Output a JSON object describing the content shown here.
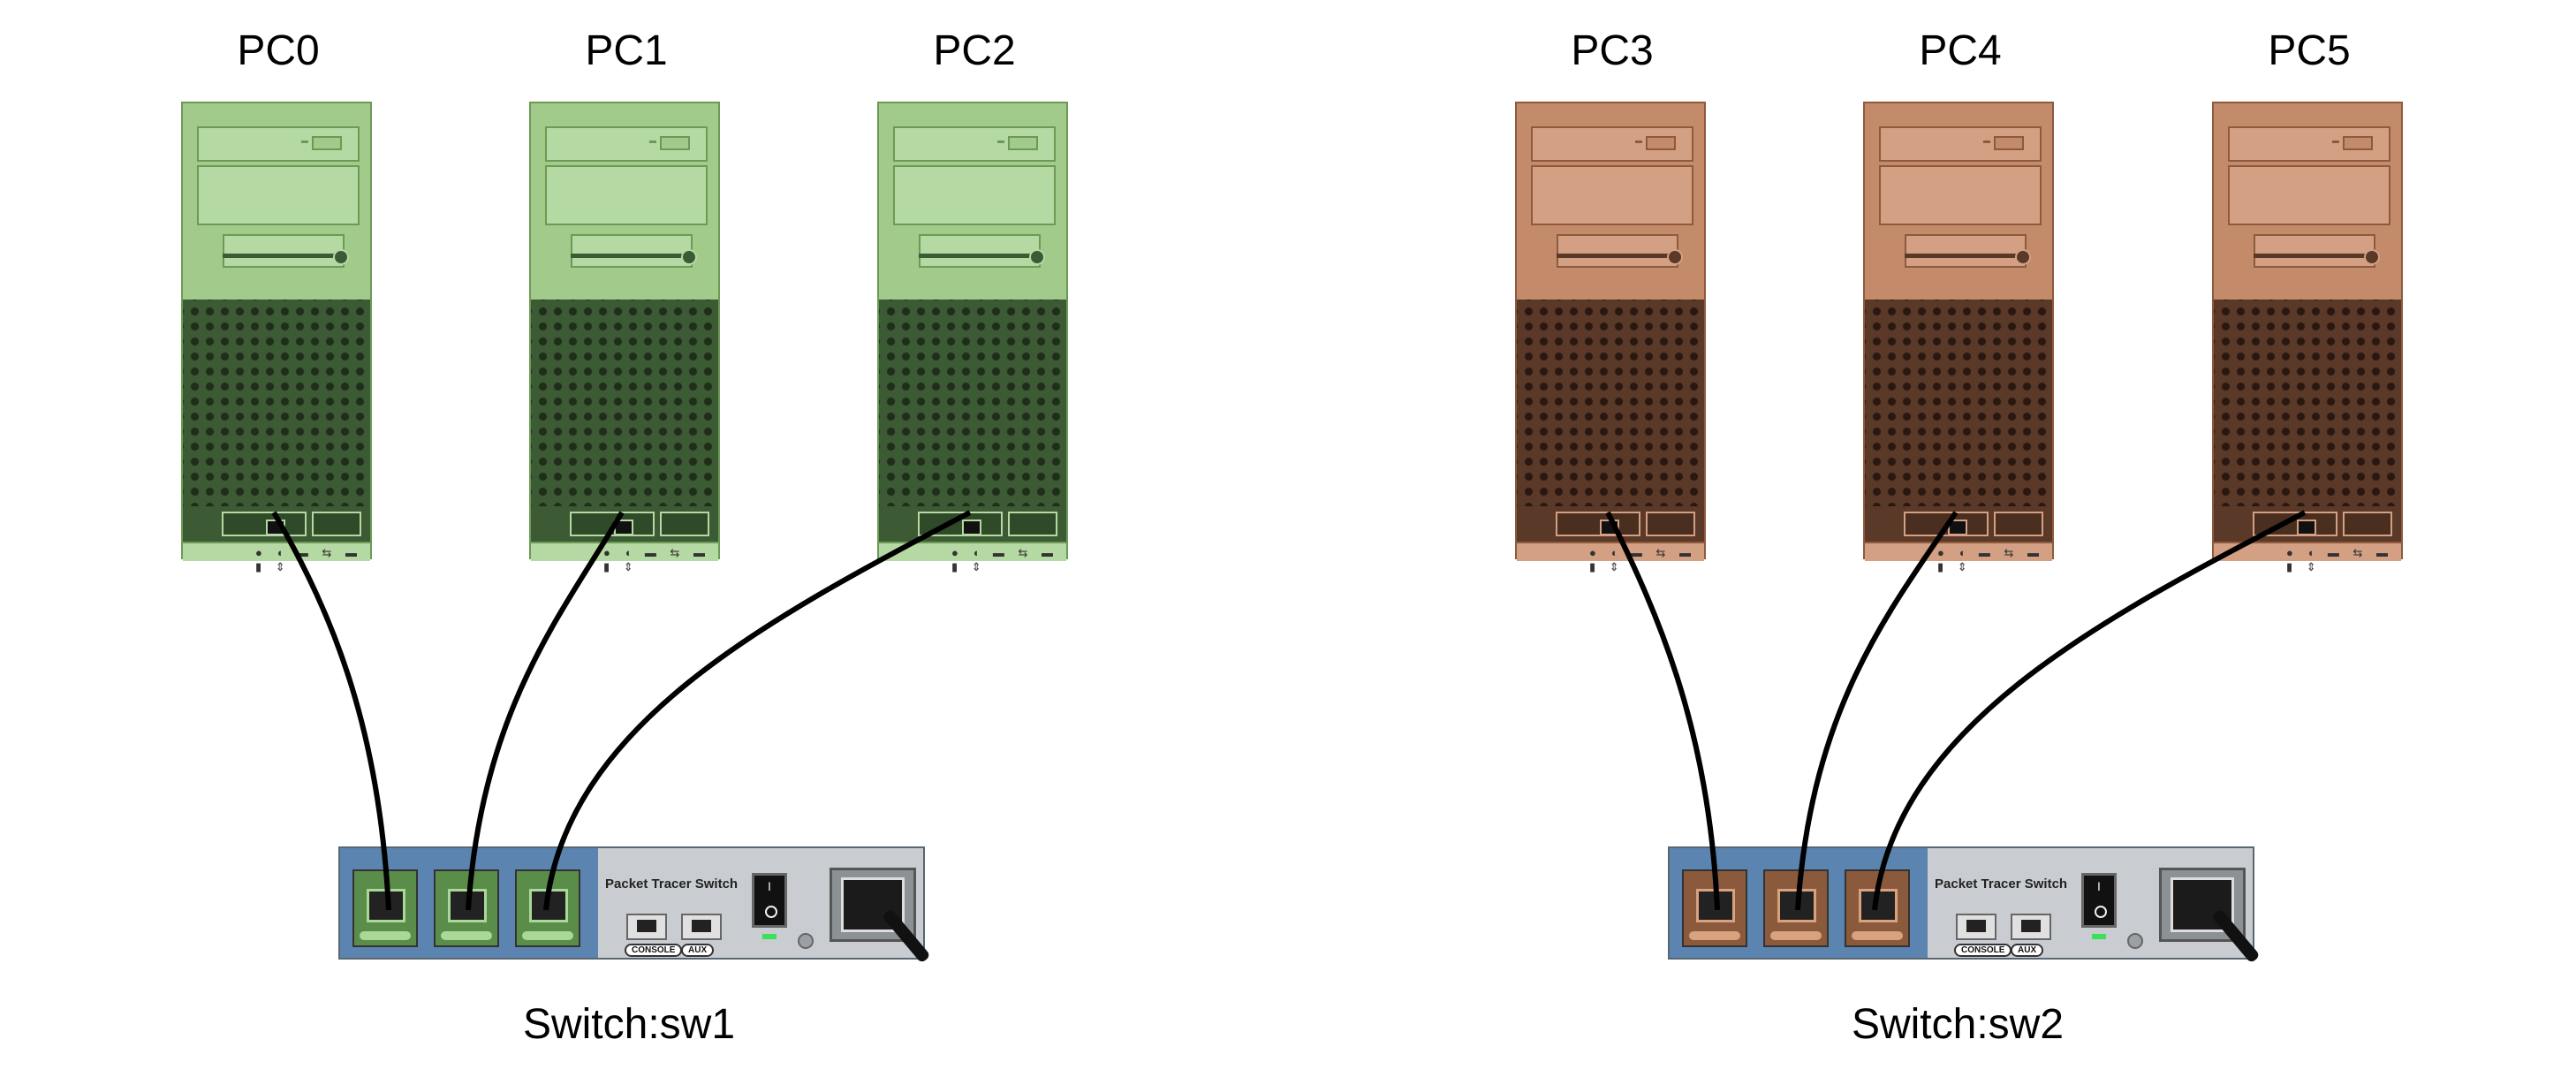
{
  "pcs": [
    {
      "label": "PC0",
      "color": "green"
    },
    {
      "label": "PC1",
      "color": "green"
    },
    {
      "label": "PC2",
      "color": "green"
    },
    {
      "label": "PC3",
      "color": "brown"
    },
    {
      "label": "PC4",
      "color": "brown"
    },
    {
      "label": "PC5",
      "color": "brown"
    }
  ],
  "switches": [
    {
      "label": "Switch:sw1",
      "brand": "Packet Tracer Switch",
      "console_label": "CONSOLE",
      "aux_label": "AUX",
      "color": "green"
    },
    {
      "label": "Switch:sw2",
      "brand": "Packet Tracer Switch",
      "console_label": "CONSOLE",
      "aux_label": "AUX",
      "color": "brown"
    }
  ],
  "colors": {
    "green_group": "#a2cb8b",
    "brown_group": "#c48b6a",
    "switch_blue": "#5b84b1",
    "cable": "#000000"
  },
  "links": [
    {
      "from": "PC0",
      "to": "Switch:sw1"
    },
    {
      "from": "PC1",
      "to": "Switch:sw1"
    },
    {
      "from": "PC2",
      "to": "Switch:sw1"
    },
    {
      "from": "PC3",
      "to": "Switch:sw2"
    },
    {
      "from": "PC4",
      "to": "Switch:sw2"
    },
    {
      "from": "PC5",
      "to": "Switch:sw2"
    }
  ]
}
